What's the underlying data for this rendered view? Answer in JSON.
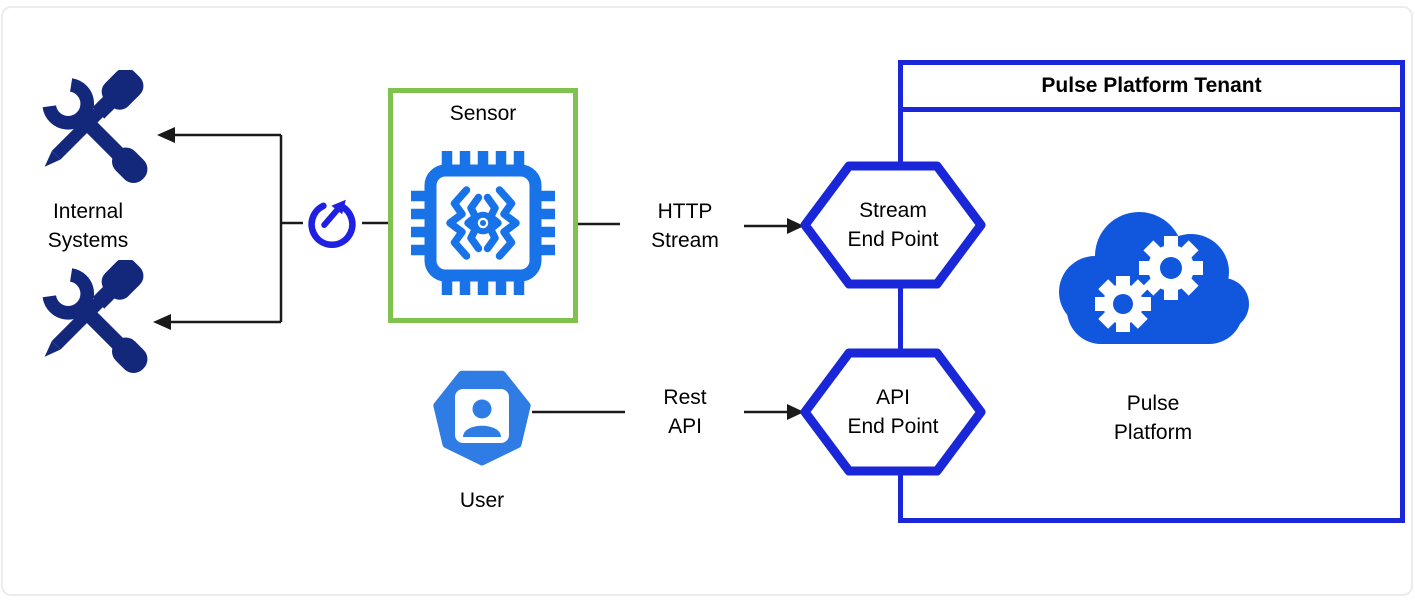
{
  "diagram": {
    "internal_systems": {
      "label": "Internal\nSystems"
    },
    "sensor": {
      "label": "Sensor"
    },
    "http_stream": {
      "label": "HTTP\nStream"
    },
    "stream_endpoint": {
      "label": "Stream\nEnd Point"
    },
    "user": {
      "label": "User"
    },
    "rest_api": {
      "label": "Rest\nAPI"
    },
    "api_endpoint": {
      "label": "API\nEnd Point"
    },
    "tenant": {
      "title": "Pulse Platform Tenant"
    },
    "pulse_platform": {
      "label": "Pulse\nPlatform"
    }
  },
  "colors": {
    "tools_navy": "#14287B",
    "sync_blue": "#2020E2",
    "chip_blue": "#1973E8",
    "sensor_green": "#7FC24E",
    "endpoint_blue": "#1A27D8",
    "cloud_blue": "#1157DE",
    "user_blue": "#2E7CE4",
    "connector_black": "#1A1A1A"
  }
}
